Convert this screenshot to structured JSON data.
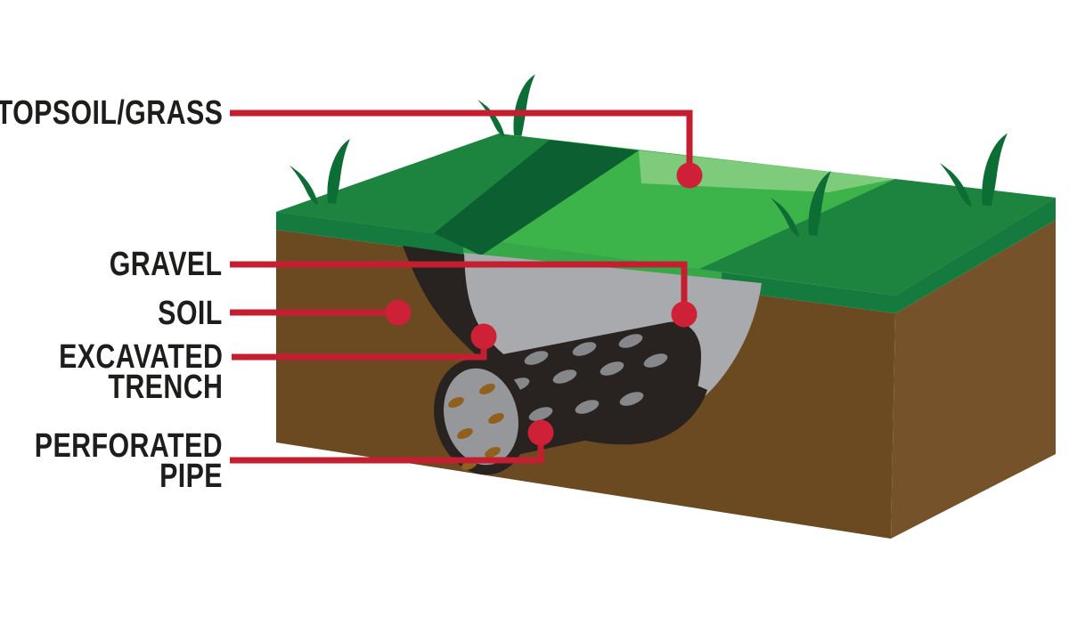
{
  "labels": {
    "topsoil_grass": "TOPSOIL/GRASS",
    "gravel": "GRAVEL",
    "soil": "SOIL",
    "excavated_trench": [
      "EXCAVATED",
      "TRENCH"
    ],
    "perforated_pipe": [
      "PERFORATED",
      "PIPE"
    ]
  },
  "colors": {
    "background": "#ffffff",
    "accent_red": "#c41f31",
    "dot_red": "#ce2137",
    "label_text": "#1d1d1b",
    "grass_top_dark": "#1d8440",
    "grass_cut_dark": "#0b5f30",
    "grass_strip_light": "#7ecc7b",
    "grass_strip_medium": "#3cb44a",
    "grass_side_band": "#157a3d",
    "grass_side_band_bright": "#36a847",
    "grass_blade": "#0d6e35",
    "soil_front": "#6b4a21",
    "soil_right": "#75522a",
    "trench_black": "#282220",
    "gravel_gray": "#a8aaad",
    "pipe_cap_gray": "#95979a",
    "perforation_gray": "#85878a",
    "cap_dot_brown": "#90601f"
  }
}
